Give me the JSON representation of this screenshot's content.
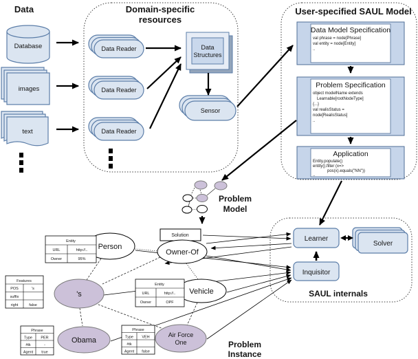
{
  "data_sources": {
    "title": "Data",
    "database": "Database",
    "images": "images",
    "text": "text"
  },
  "domain_resources": {
    "title_line1": "Domain-specific",
    "title_line2": "resources",
    "data_reader_1": "Data Reader",
    "data_reader_2": "Data Reader",
    "data_reader_3": "Data Reader",
    "data_structures_line1": "Data",
    "data_structures_line2": "Structures",
    "sensor": "Sensor"
  },
  "saul_model": {
    "title": "User-specified SAUL Model",
    "data_model_spec": {
      "title": "Data Model Specification",
      "lines": [
        "val phrase = node[Phrase]",
        "val entity = node[Entity]",
        ".."
      ]
    },
    "problem_spec": {
      "title": "Problem Specification",
      "lines": [
        "object modelName extends",
        "Learnable[rootNodeType]",
        "{...}",
        "val realisStatus =",
        "node[RealisStatus]",
        ".."
      ]
    },
    "application": {
      "title": "Application",
      "lines": [
        "Entity.populate()",
        "entity().filter (x=>",
        "pos(x).equals(\"NN\"))",
        ".."
      ]
    }
  },
  "problem_model": {
    "label_line1": "Problem",
    "label_line2": "Model"
  },
  "solution": {
    "label": "Solution"
  },
  "saul_internals": {
    "title": "SAUL internals",
    "learner": "Learner",
    "solver": "Solver",
    "inquisitor": "Inquisitor"
  },
  "problem_instance": {
    "label_line1": "Problem",
    "label_line2": "Instance",
    "nodes": {
      "person": "Person",
      "owner_of": "Owner-Of",
      "vehicle": "Vehicle",
      "possessive": "'s",
      "obama": "Obama",
      "air_force_one_line1": "Air Force",
      "air_force_one_line2": "One"
    },
    "tables": [
      {
        "header": "Entity",
        "rows": [
          [
            "URL",
            "http://.."
          ],
          [
            "Owner",
            "95%"
          ]
        ]
      },
      {
        "header": "Features",
        "rows": [
          [
            "POS",
            "'s"
          ],
          [
            "suffix",
            ""
          ],
          [
            "right",
            "false"
          ]
        ]
      },
      {
        "header": "Entity",
        "rows": [
          [
            "URL",
            "http://.."
          ],
          [
            "Owner",
            "OPF"
          ]
        ]
      },
      {
        "header": "Phrase",
        "rows": [
          [
            "Type",
            "PER"
          ],
          [
            "#tk",
            "-"
          ],
          [
            "Agent",
            "true"
          ]
        ]
      },
      {
        "header": "Phrase",
        "rows": [
          [
            "Type",
            "VEH"
          ],
          [
            "#tk",
            ""
          ],
          [
            "Agent",
            "false"
          ]
        ]
      }
    ]
  }
}
